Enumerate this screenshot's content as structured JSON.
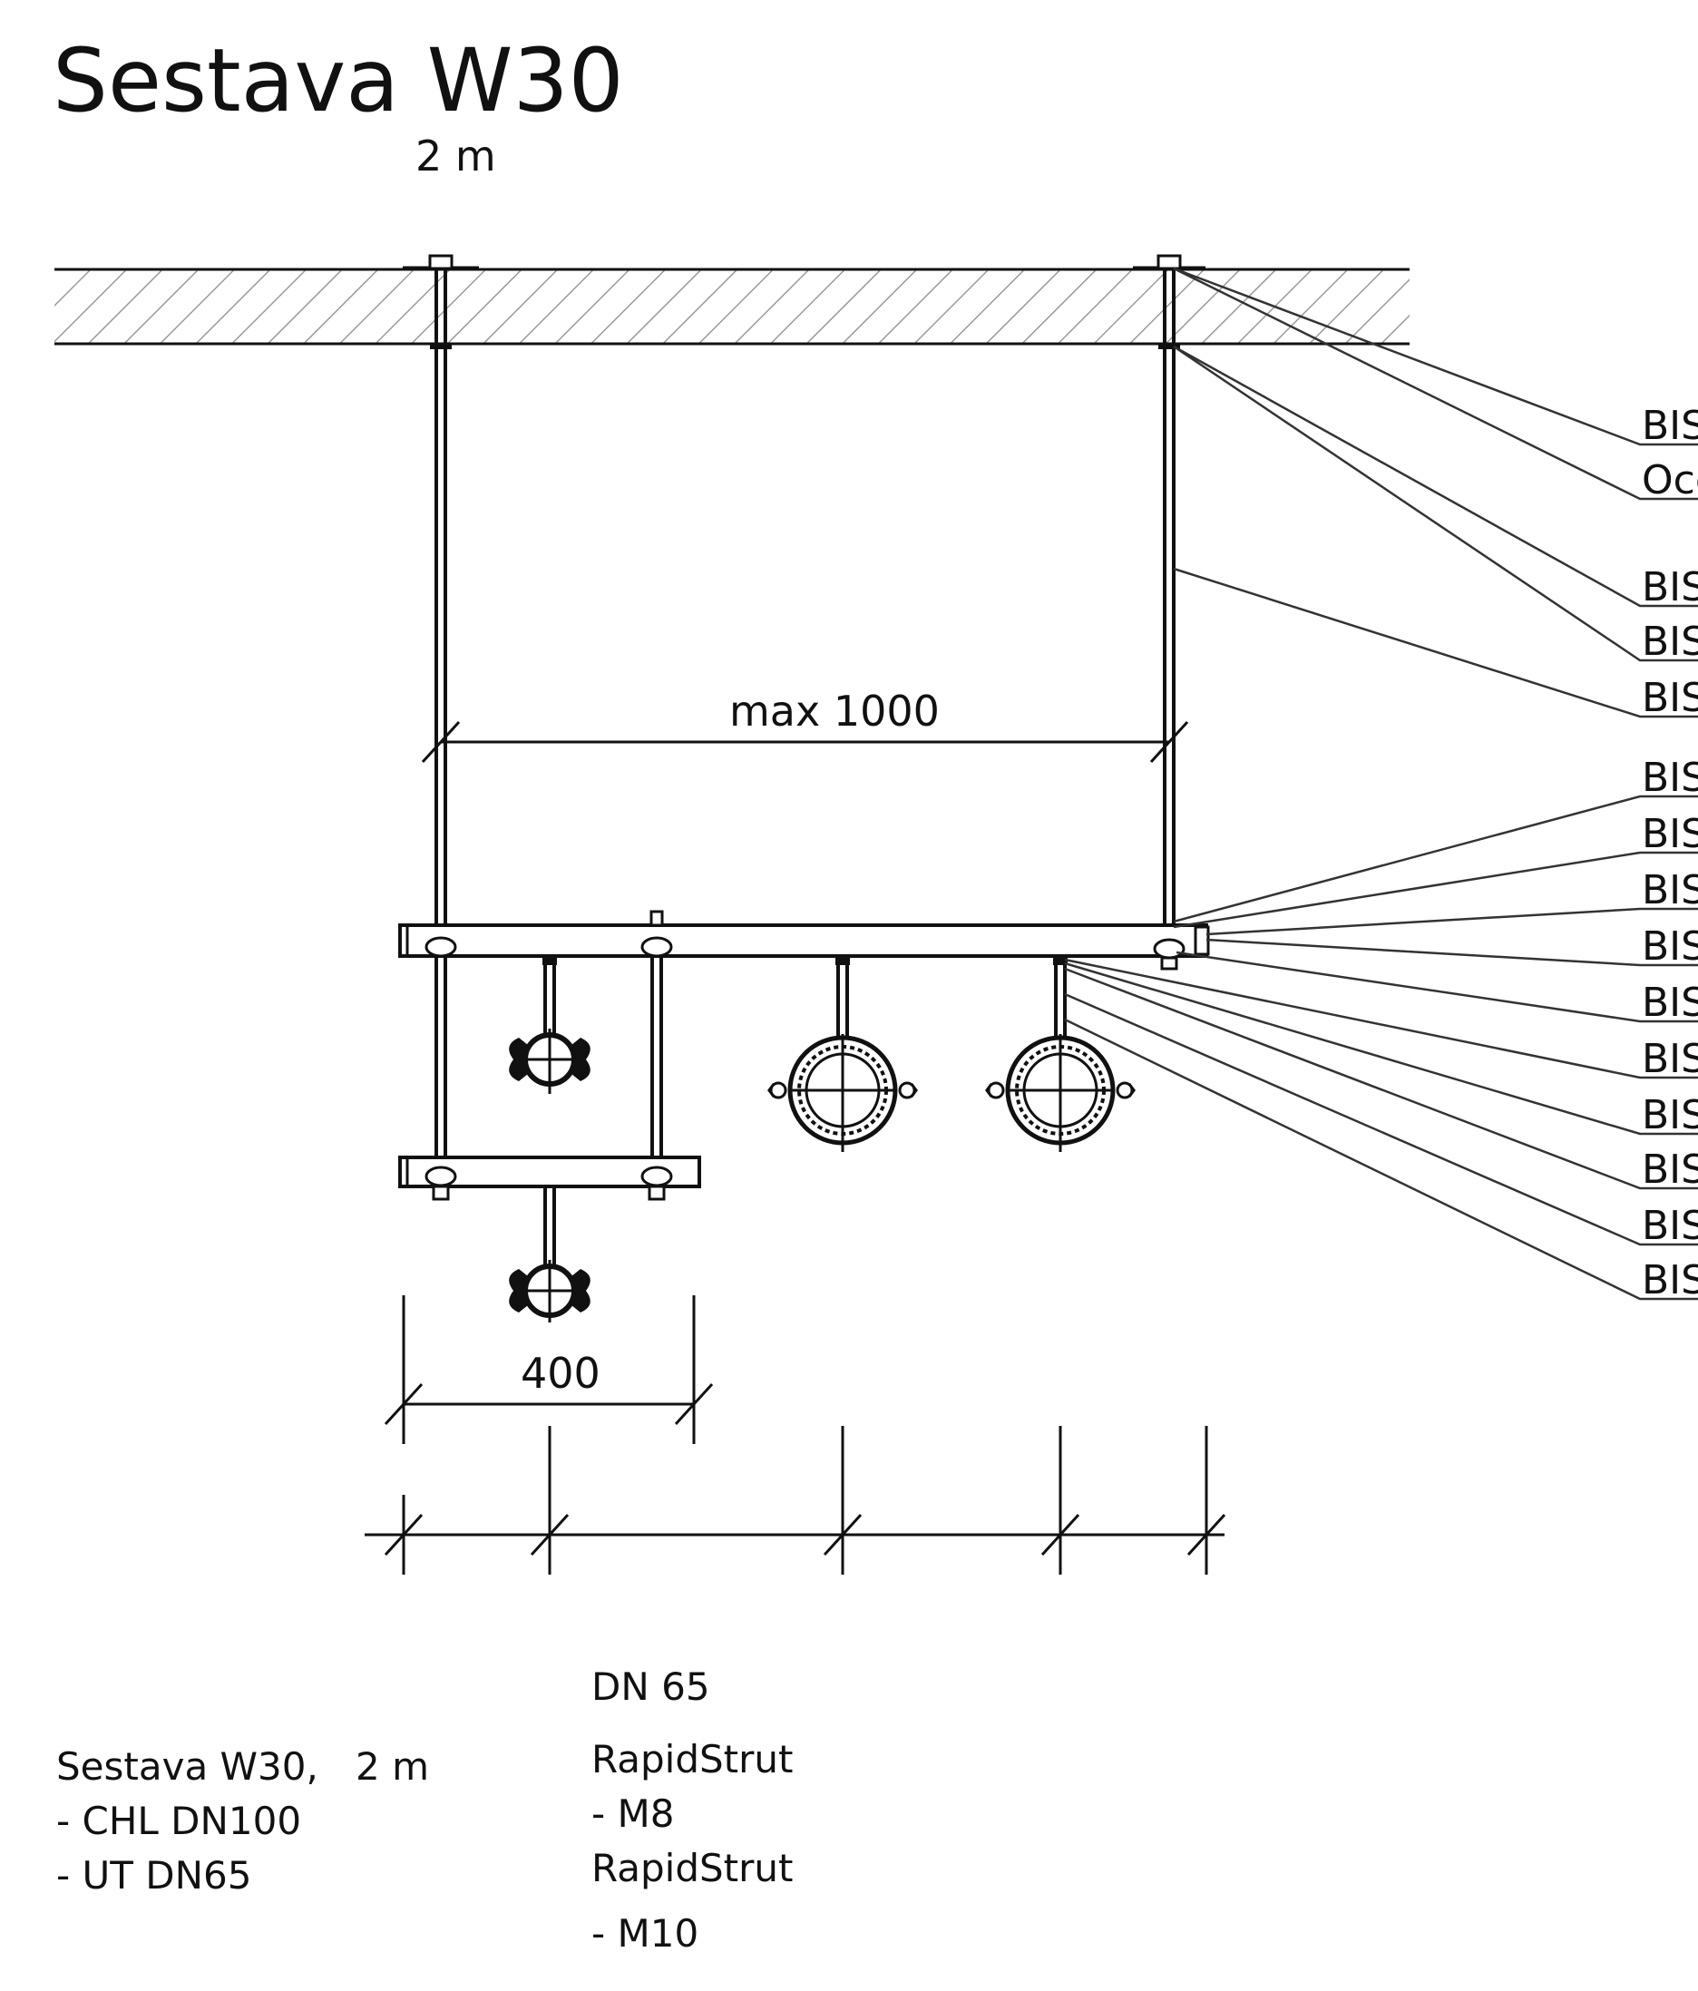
{
  "title": "Sestava W30",
  "subtitle": "2 m",
  "dimensions": {
    "span_max": "max 1000",
    "lower_span": "400"
  },
  "callouts": [
    "BIS",
    "Oce",
    "BIS",
    "BIS",
    "BIS",
    "BIS",
    "BIS",
    "BIS",
    "BIS",
    "BIS",
    "BIS",
    "BIS",
    "BIS",
    "BIS",
    "BIS"
  ],
  "notes": {
    "left": [
      "Sestava W30,",
      "- CHL DN100",
      "- UT  DN65"
    ],
    "left_length": "2 m",
    "right": [
      "DN 65",
      "RapidStrut",
      "- M8",
      "RapidStrut",
      "- M10"
    ]
  }
}
